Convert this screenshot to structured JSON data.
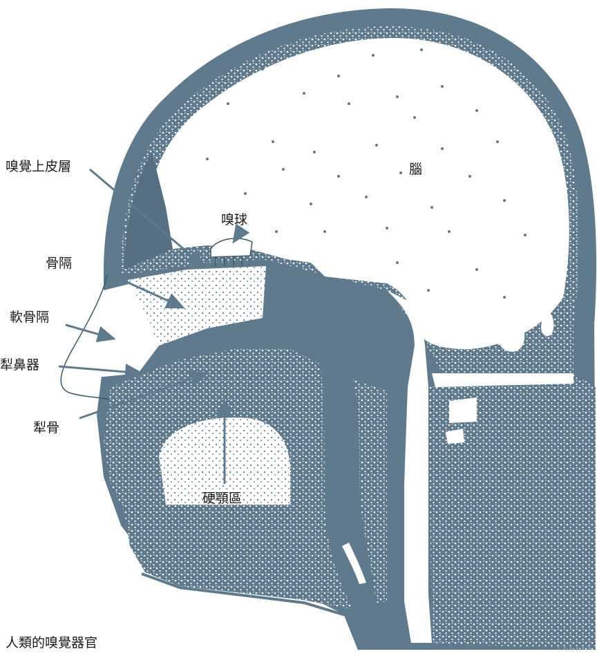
{
  "colors": {
    "tissue": "#5f7a8d",
    "dark_tissue": "#566f82",
    "paper": "#ffffff",
    "stipple": "#7d93a3",
    "outline": "#3d5566"
  },
  "labels": {
    "olfactory_epithelium": "嗅覺上皮層",
    "brain": "腦",
    "olfactory_bulb": "嗅球",
    "bony_septum": "骨隔",
    "cartilage_septum": "軟骨隔",
    "vomeronasal_organ": "犁鼻器",
    "vomer": "犁骨",
    "hard_palate": "硬顎區"
  },
  "caption": "人類的嗅覺器官"
}
